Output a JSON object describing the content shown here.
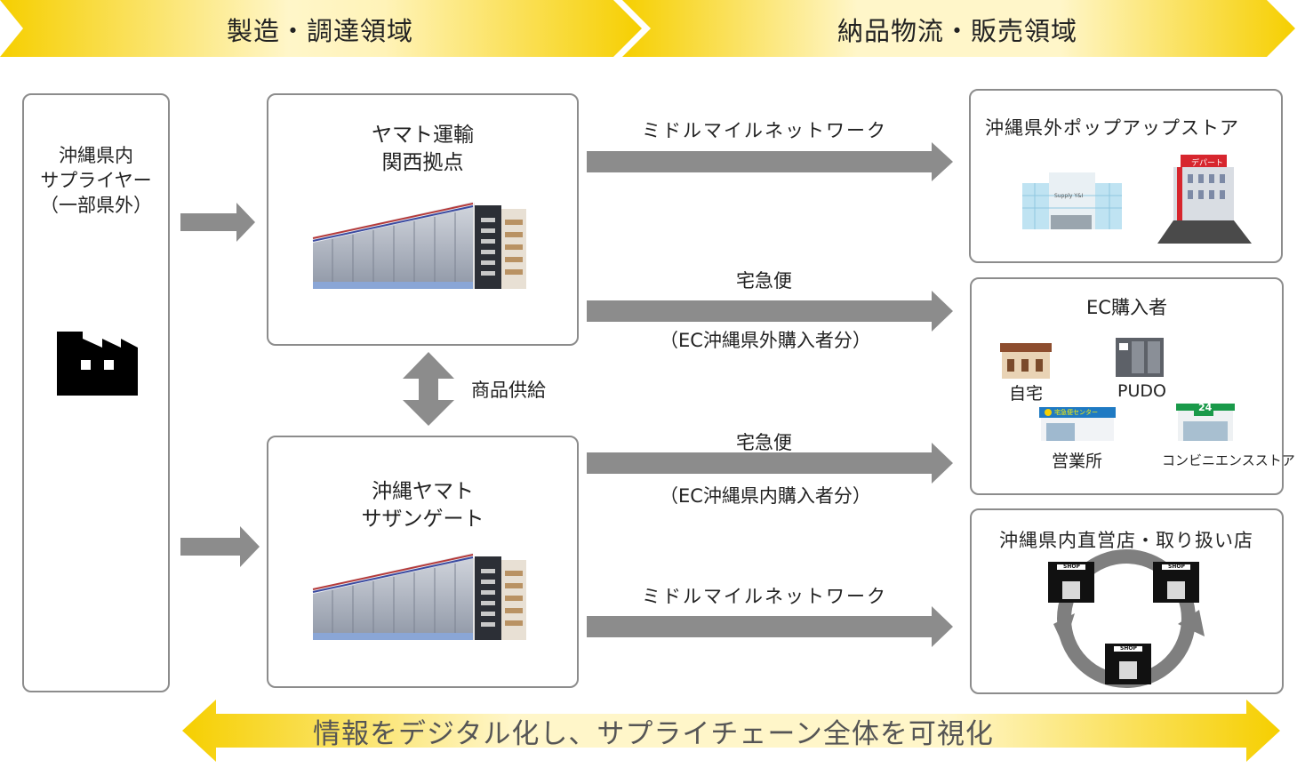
{
  "header": {
    "left_label": "製造・調達領域",
    "right_label": "納品物流・販売領域",
    "color": "#f6cf00"
  },
  "supplier": {
    "line1": "沖縄県内",
    "line2": "サプライヤー",
    "line3": "（一部県外）",
    "icon": "factory-icon"
  },
  "kansai_hub": {
    "line1": "ヤマト運輸",
    "line2": "関西拠点",
    "icon": "warehouse-icon"
  },
  "okinawa_hub": {
    "line1": "沖縄ヤマト",
    "line2": "サザンゲート",
    "icon": "warehouse-icon"
  },
  "supply_link": "商品供給",
  "flows": {
    "middle_mile_top": "ミドルマイルネットワーク",
    "express_top": "宅急便",
    "express_top_note": "（EC沖縄県外購入者分）",
    "express_bottom": "宅急便",
    "express_bottom_note": "（EC沖縄県内購入者分）",
    "middle_mile_bottom": "ミドルマイルネットワーク"
  },
  "popup_store": {
    "title": "沖縄県外ポップアップストア",
    "building1_sign": "Supply Y&I",
    "building2_sign": "デパート"
  },
  "ec_buyers": {
    "title": "EC購入者",
    "home": "自宅",
    "pudo": "PUDO",
    "office": "営業所",
    "convenience": "コンビニエンスストア",
    "office_sign": "宅急便センター",
    "convenience_sign": "24"
  },
  "okinawa_stores": {
    "title": "沖縄県内直営店・取り扱い店",
    "shop_sign": "SHOP"
  },
  "footer": {
    "text": "情報をデジタル化し、サプライチェーン全体を可視化"
  },
  "colors": {
    "arrow_gray": "#8c8c8c",
    "yellow": "#f6cf00",
    "box_border": "#8c8c8c"
  }
}
